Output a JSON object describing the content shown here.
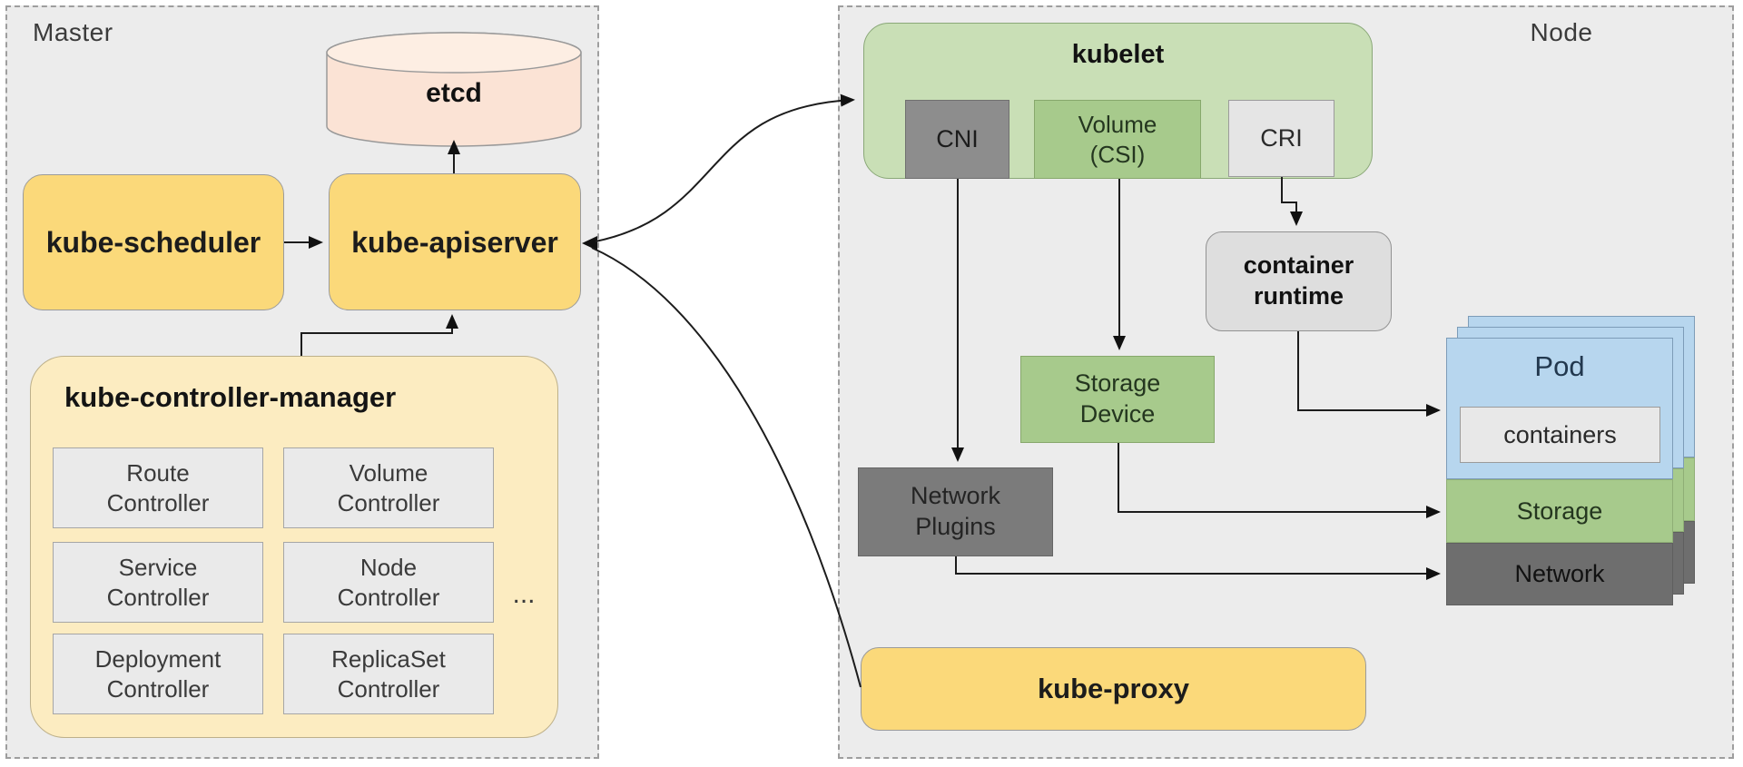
{
  "panels": {
    "master": {
      "label": "Master"
    },
    "node": {
      "label": "Node"
    }
  },
  "master": {
    "etcd": "etcd",
    "kube_scheduler": "kube-scheduler",
    "kube_apiserver": "kube-apiserver",
    "controller_manager": {
      "title": "kube-controller-manager",
      "controllers": [
        "Route\nController",
        "Volume\nController",
        "Service\nController",
        "Node\nController",
        "Deployment\nController",
        "ReplicaSet\nController"
      ],
      "more": "..."
    }
  },
  "node": {
    "kubelet": {
      "title": "kubelet",
      "cni": "CNI",
      "volume_csi": "Volume\n(CSI)",
      "cri": "CRI"
    },
    "container_runtime": "container\nruntime",
    "storage_device": "Storage\nDevice",
    "network_plugins": "Network\nPlugins",
    "kube_proxy": "kube-proxy",
    "pod": {
      "title": "Pod",
      "containers": "containers",
      "storage": "Storage",
      "network": "Network"
    }
  },
  "colors": {
    "panel_bg": "#ececec",
    "yellow_node": "#fbd97a",
    "cream_node": "#fcecc1",
    "etcd_fill": "#fbe3d5",
    "kubelet_green": "#c9dfb6",
    "green_box": "#a7ca8c",
    "dark_gray_box": "#8d8d8d",
    "network_gray": "#6e6e6e",
    "pod_blue": "#b7d6ee",
    "light_gray_box": "#e5e5e5",
    "edge_color": "#1c1c1c"
  }
}
